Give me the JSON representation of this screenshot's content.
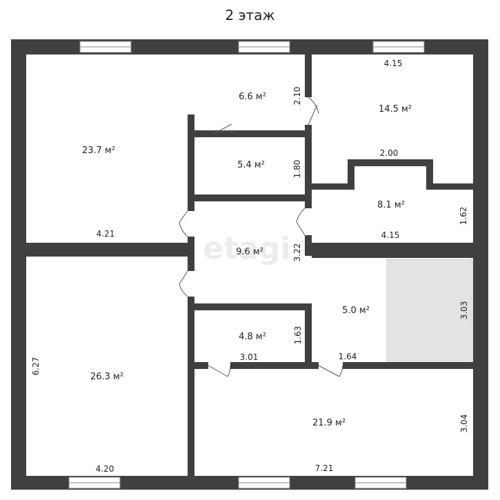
{
  "title": "2 этаж",
  "watermark": "etagi",
  "colors": {
    "wall": "#404040",
    "floor": "#ffffff",
    "shaded": "#e3e3e3",
    "door": "#555555"
  },
  "rooms": [
    {
      "id": "bedroom-top-left",
      "area": "23.7 м²"
    },
    {
      "id": "hall-top",
      "area": "6.6 м²"
    },
    {
      "id": "room-top-right",
      "area": "14.5 м²"
    },
    {
      "id": "bath-top",
      "area": "5.4 м²"
    },
    {
      "id": "room-right-mid",
      "area": "8.1 м²"
    },
    {
      "id": "corridor",
      "area": "9.6 м²"
    },
    {
      "id": "room-center-right",
      "area": "5.0 м²"
    },
    {
      "id": "bath-bottom",
      "area": "4.8 м²"
    },
    {
      "id": "bedroom-bottom-left",
      "area": "26.3 м²"
    },
    {
      "id": "room-bottom",
      "area": "21.9 м²"
    }
  ],
  "dimensions": {
    "d415_top": "4.15",
    "d210": "2.10",
    "d200": "2.00",
    "d180": "1.80",
    "d162": "1.62",
    "d421": "4.21",
    "d415_mid": "4.15",
    "d322": "3.22",
    "d303": "3.03",
    "d163": "1.63",
    "d301": "3.01",
    "d164": "1.64",
    "d627": "6.27",
    "d304": "3.04",
    "d420": "4.20",
    "d721": "7.21"
  }
}
